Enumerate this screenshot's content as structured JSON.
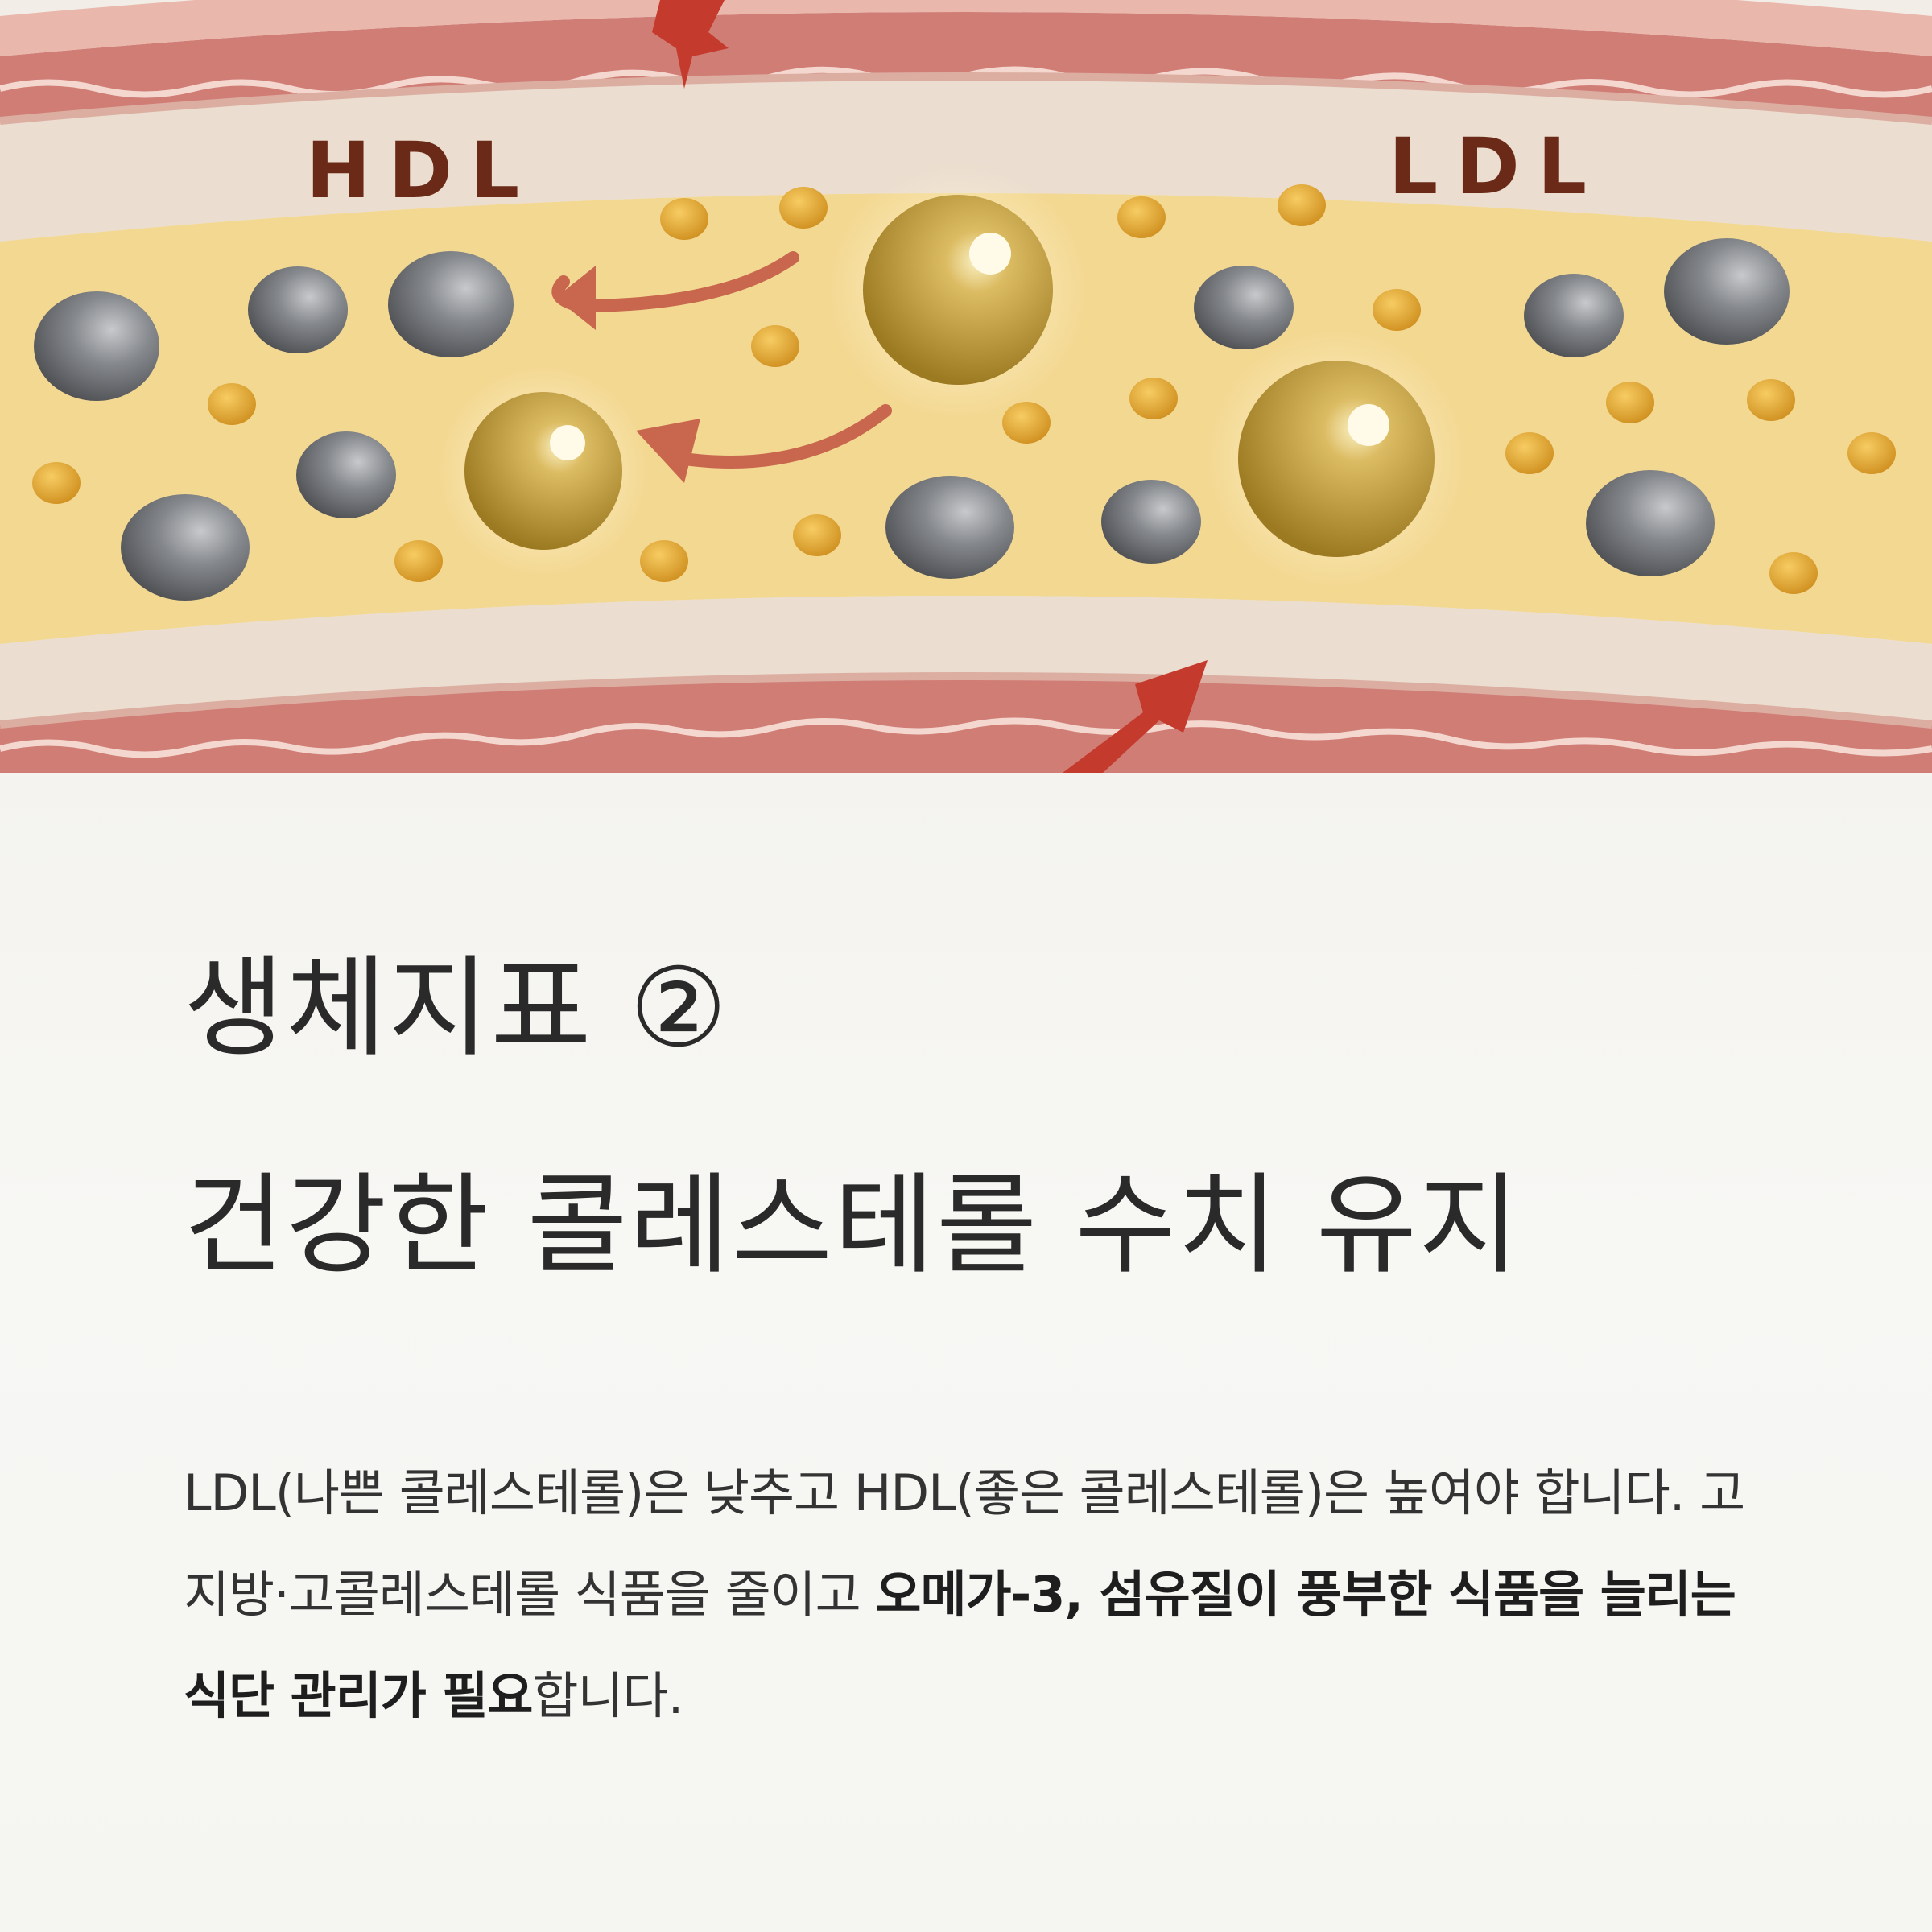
{
  "illustration": {
    "label_hdl": "HDL",
    "label_ldl": "LDL",
    "colors": {
      "vessel_outer": "#c9706a",
      "vessel_wall": "#ead9cf",
      "plasma": "#f3d892",
      "lipoprotein_grey": "#7b7d80",
      "cholesterol_dot": "#e3a52f",
      "hdl_particle": "#c9a443",
      "arrow": "#c1604a",
      "label_text": "#6b2a18"
    }
  },
  "content": {
    "heading_line1": "생체지표 ②",
    "heading_line2": "건강한 콜레스테롤 수치 유지",
    "body_part1": "LDL(나쁜 콜레스테롤)은 낮추고 HDL(좋은 콜레스테롤)은 높여야 합니다. 고지방·고콜레스테롤 식품을 줄이고 ",
    "body_strong1": "오메가-3, 섬유질이 풍부한 식품을 늘리는 식단 관리가 필요",
    "body_part2": "합니다."
  }
}
